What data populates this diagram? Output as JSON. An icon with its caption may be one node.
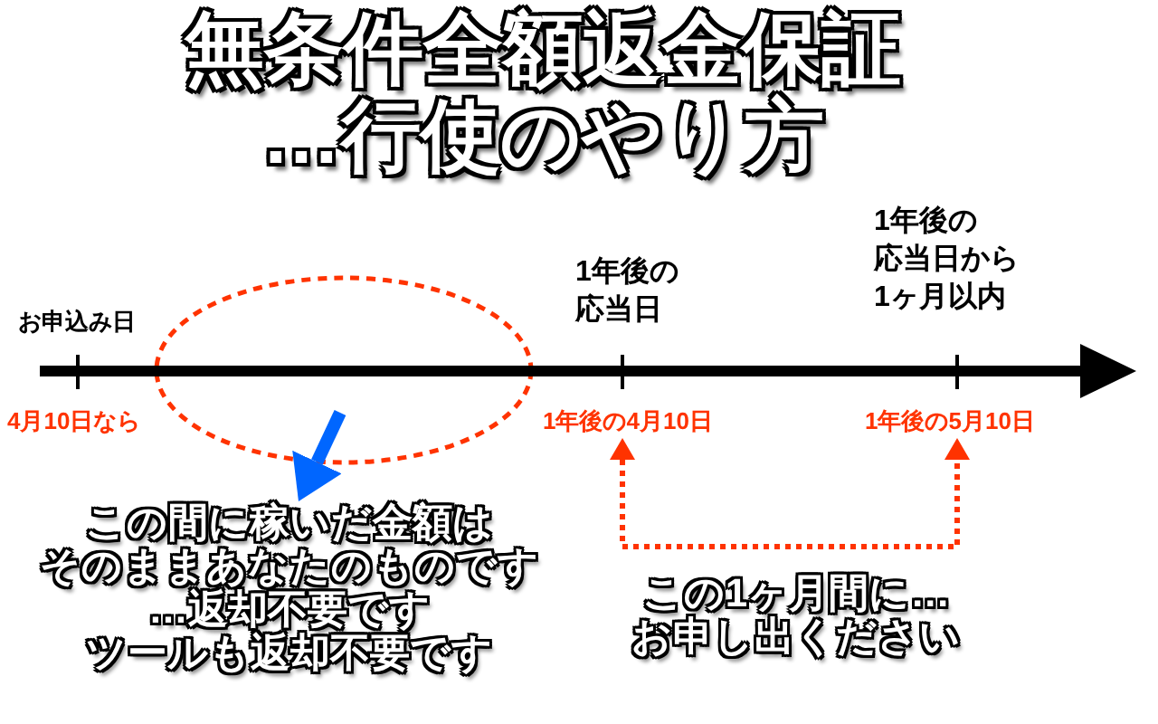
{
  "diagram": {
    "title": "無条件全額返金保証…行使のやり方",
    "nodes": [
      {
        "text": [],
        "shape": "ellipse"
      },
      {
        "text": [
          "1年後の4月10日"
        ]
      },
      {
        "text": [
          "1年後の5月10日"
        ]
      },
      {
        "text": [
          "この間に稼いだ金額はそのままあなたのものです…返却不要ですツールも返却不要です"
        ]
      }
    ],
    "edges": [
      {
        "from": 0,
        "to": 3,
        "arrow": "to",
        "style": "thick",
        "color": "#0066ff"
      },
      {
        "from": 1,
        "to": 2,
        "arrow": "both",
        "style": "dashed",
        "color": "#ff3300"
      }
    ],
    "labels": [
      "お申込み日",
      "1年後の応当日",
      "1年後の応当日から1ヶ月以内",
      "4月10日なら",
      "この1ヶ月間に…お申し出ください"
    ]
  }
}
